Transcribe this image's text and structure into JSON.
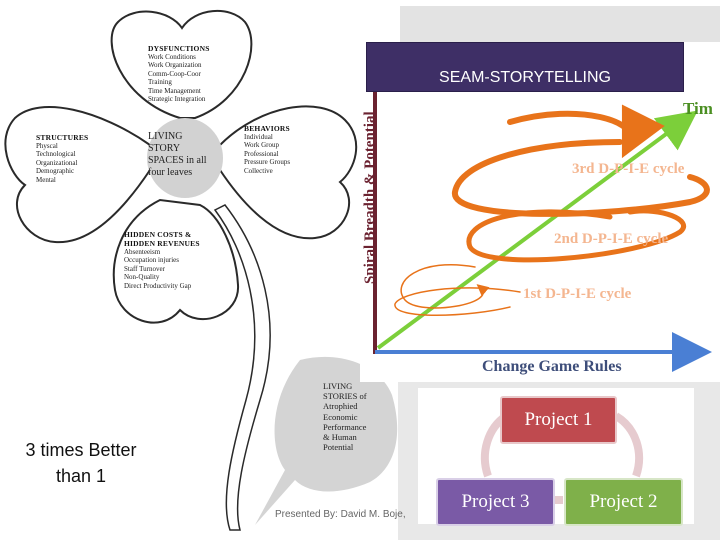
{
  "clover": {
    "top_leaf": {
      "title": "DYSFUNCTIONS",
      "items": [
        "Work Conditions",
        "Work Organization",
        "Comm-Coop-Coor",
        "Training",
        "Time Management",
        "Strategic Integration"
      ]
    },
    "left_leaf": {
      "title": "STRUCTURES",
      "items": [
        "Physcal",
        "Technological",
        "Organizational",
        "Demographic",
        "Mental"
      ]
    },
    "right_leaf": {
      "title": "BEHAVIORS",
      "items": [
        "Individual",
        "Work Group",
        "Professional",
        "Pressure Groups",
        "Collective"
      ]
    },
    "bottom_leaf": {
      "title_line1": "HIDDEN COSTS &",
      "title_line2": "HIDDEN REVENUES",
      "items": [
        "Absenteeism",
        "Occupation injuries",
        "Staff Turnover",
        "Non-Quality",
        "Direct Productivity Gap"
      ]
    },
    "center": {
      "lines": [
        "LIVING",
        "STORY",
        "SPACES in all",
        "four leaves"
      ]
    },
    "stem_bubble": {
      "lines": [
        "LIVING",
        "STORIES of",
        "Atrophied",
        "Economic",
        "Performance",
        "& Human",
        "Potential"
      ]
    }
  },
  "banner": {
    "title": "SEAM-STORYTELLING"
  },
  "spiral": {
    "y_axis_label": "Spiral Breadth & Potential",
    "x_axis_label": "Change Game Rules",
    "time_label": "Tim",
    "cycles": [
      "3rd D-P-I-E cycle",
      "2nd D-P-I-E cycle",
      "1st D-P-I-E cycle"
    ],
    "colors": {
      "spiral": "#e8731a",
      "time_arrow": "#7ccf3a",
      "axis": "#4a7fd4",
      "y_axis": "#6b2230"
    }
  },
  "projects": {
    "items": [
      "Project 1",
      "Project 2",
      "Project 3"
    ],
    "colors": {
      "project1": "#bf4a4f",
      "project2": "#7fb04a",
      "project3": "#7a5aa6"
    }
  },
  "left_caption": {
    "line1": "3 times Better",
    "line2": "than 1"
  },
  "footer": {
    "presenter": "Presented By: David M. Boje,"
  }
}
